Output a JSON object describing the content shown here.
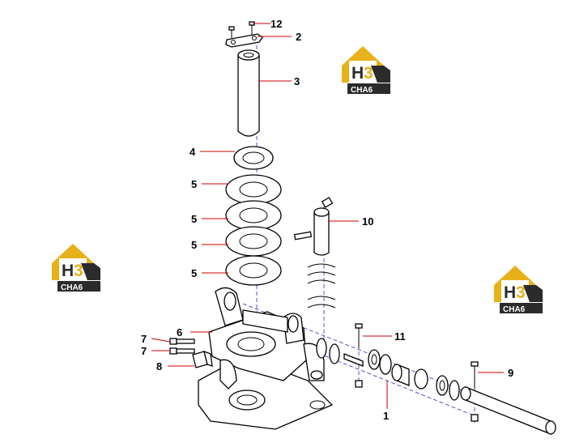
{
  "diagram": {
    "callouts": [
      {
        "id": "c12",
        "text": "12"
      },
      {
        "id": "c2",
        "text": "2"
      },
      {
        "id": "c3",
        "text": "3"
      },
      {
        "id": "c4",
        "text": "4"
      },
      {
        "id": "c5a",
        "text": "5"
      },
      {
        "id": "c5b",
        "text": "5"
      },
      {
        "id": "c5c",
        "text": "5"
      },
      {
        "id": "c5d",
        "text": "5"
      },
      {
        "id": "c10",
        "text": "10"
      },
      {
        "id": "c6",
        "text": "6"
      },
      {
        "id": "c7a",
        "text": "7"
      },
      {
        "id": "c7b",
        "text": "7"
      },
      {
        "id": "c8",
        "text": "8"
      },
      {
        "id": "c11",
        "text": "11"
      },
      {
        "id": "c9",
        "text": "9"
      },
      {
        "id": "c1",
        "text": "1"
      }
    ],
    "logo": {
      "letters": "H3",
      "text": "CHA6",
      "color_gold": "#e8b11a",
      "color_dark": "#2b2b2b"
    },
    "colors": {
      "leader": "#cc0000",
      "centerline": "#2b2bd6"
    }
  }
}
